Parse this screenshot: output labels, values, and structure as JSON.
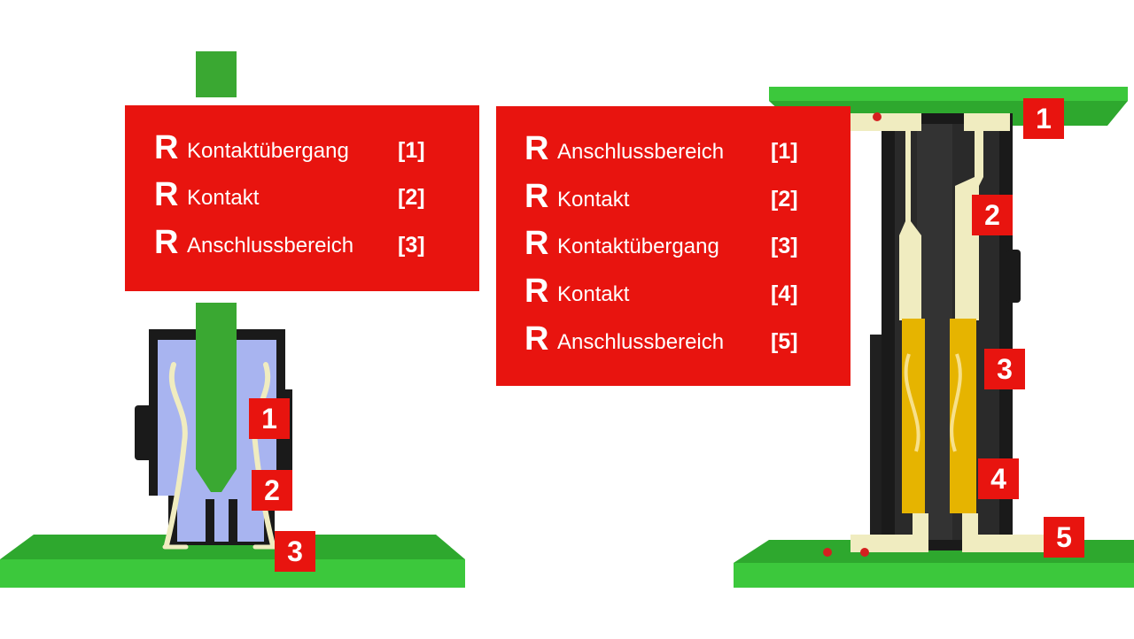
{
  "left_legend": {
    "rows": [
      {
        "symbol": "R",
        "label": "Kontaktübergang",
        "index": "[1]"
      },
      {
        "symbol": "R",
        "label": "Kontakt",
        "index": "[2]"
      },
      {
        "symbol": "R",
        "label": "Anschlussbereich",
        "index": "[3]"
      }
    ]
  },
  "right_legend": {
    "rows": [
      {
        "symbol": "R",
        "label": "Anschlussbereich",
        "index": "[1]"
      },
      {
        "symbol": "R",
        "label": "Kontakt",
        "index": "[2]"
      },
      {
        "symbol": "R",
        "label": "Kontaktübergang",
        "index": "[3]"
      },
      {
        "symbol": "R",
        "label": "Kontakt",
        "index": "[4]"
      },
      {
        "symbol": "R",
        "label": "Anschlussbereich",
        "index": "[5]"
      }
    ]
  },
  "left_markers": [
    "1",
    "2",
    "3"
  ],
  "right_markers": [
    "1",
    "2",
    "3",
    "4",
    "5"
  ],
  "colors": {
    "label_red": "#e8140f",
    "pcb_green": "#3cc83c",
    "pin_green": "#3aa832",
    "housing_blue": "#a8b4f0",
    "housing_black": "#1a1a1a",
    "contact_cream": "#f0ecc0",
    "contact_yellow": "#e6b400"
  }
}
